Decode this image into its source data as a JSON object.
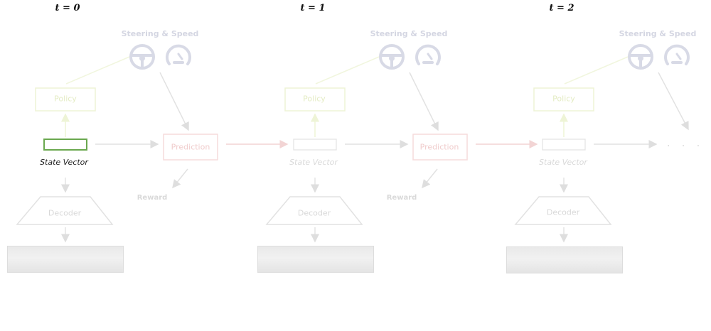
{
  "timesteps": [
    {
      "time_label": "t = 0",
      "steering_label": "Steering & Speed",
      "policy_label": "Policy",
      "prediction_label": "Prediction",
      "state_label": "State Vector",
      "reward_label": "Reward",
      "decoder_label": "Decoder",
      "active": true
    },
    {
      "time_label": "t = 1",
      "steering_label": "Steering & Speed",
      "policy_label": "Policy",
      "prediction_label": "Prediction",
      "state_label": "State Vector",
      "reward_label": "Reward",
      "decoder_label": "Decoder",
      "active": false
    },
    {
      "time_label": "t = 2",
      "steering_label": "Steering & Speed",
      "policy_label": "Policy",
      "state_label": "State Vector",
      "decoder_label": "Decoder",
      "active": false
    }
  ],
  "continuation": ". . . .",
  "colors": {
    "active_state_border": "#6aa84f",
    "policy": "#eef4d6",
    "prediction": "#f5dcdc",
    "neutral": "#e2e2e2"
  },
  "icons": [
    "steering-wheel-icon",
    "speedometer-icon"
  ]
}
